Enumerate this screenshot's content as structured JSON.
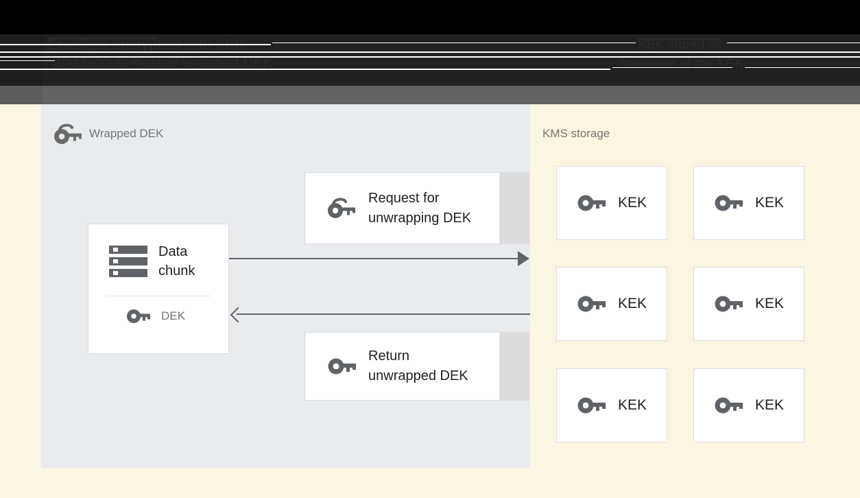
{
  "header": {
    "title_line1": "Envelope encryption with KEK",
    "title_line2": "and Google-hosted wrapped DEK",
    "right_line1": "KEK stored in",
    "right_line2": "hardware of the KEK",
    "note": "header text is glitched / partially obscured in the screenshot",
    "colors": {
      "black_band": "#000000",
      "dark_band": "#212121",
      "grey_band": "#636363"
    }
  },
  "left_panel": {
    "heading": "Wrapped DEK",
    "heading_icon": "wrapped-key-icon",
    "background": "#e8ecef",
    "data_chunk_card": {
      "title": "Data\nchunk",
      "title_icon": "data-chunk-icon",
      "key_icon": "key-icon",
      "key_label": "DEK"
    },
    "messages": [
      {
        "id": "request",
        "icon": "wrapped-key-icon",
        "text": "Request for\nunwrapping DEK"
      },
      {
        "id": "return",
        "icon": "key-icon",
        "text": "Return\nunwrapped DEK"
      }
    ],
    "arrows": [
      {
        "id": "arrow-request",
        "direction": "right"
      },
      {
        "id": "arrow-return",
        "direction": "left"
      }
    ]
  },
  "right_panel": {
    "heading": "KMS storage",
    "background": "#fcf5e1",
    "keys": [
      {
        "label": "KEK",
        "icon": "key-icon"
      },
      {
        "label": "KEK",
        "icon": "key-icon"
      },
      {
        "label": "KEK",
        "icon": "key-icon"
      },
      {
        "label": "KEK",
        "icon": "key-icon"
      },
      {
        "label": "KEK",
        "icon": "key-icon"
      },
      {
        "label": "KEK",
        "icon": "key-icon"
      }
    ]
  }
}
